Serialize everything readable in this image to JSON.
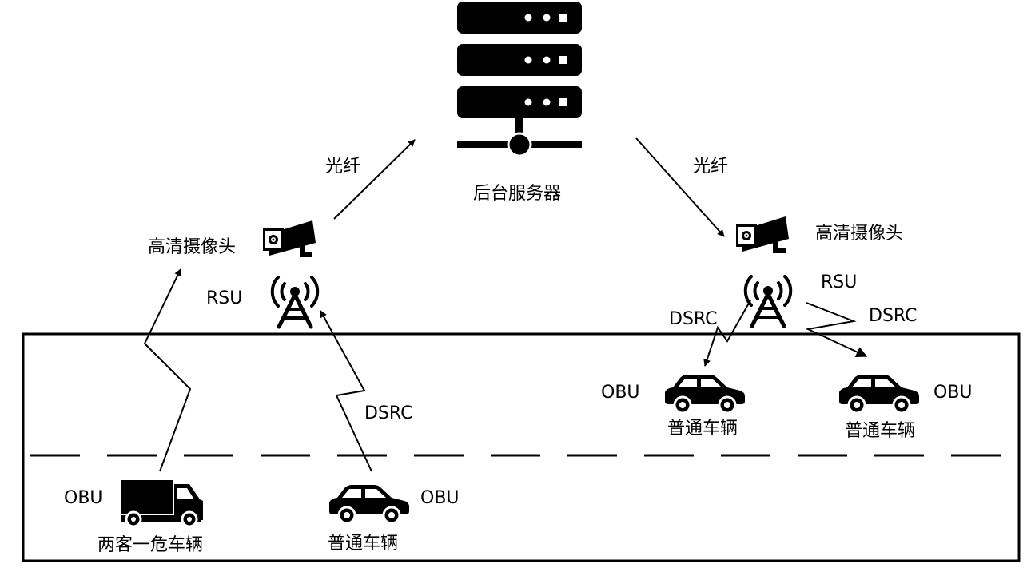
{
  "labels": {
    "server": "后台服务器",
    "fiber": "光纤",
    "camera": "高清摄像头",
    "rsu": "RSU",
    "dsrc": "DSRC",
    "obu": "OBU",
    "normal_vehicle": "普通车辆",
    "hazard_vehicle": "两客一危车辆"
  }
}
